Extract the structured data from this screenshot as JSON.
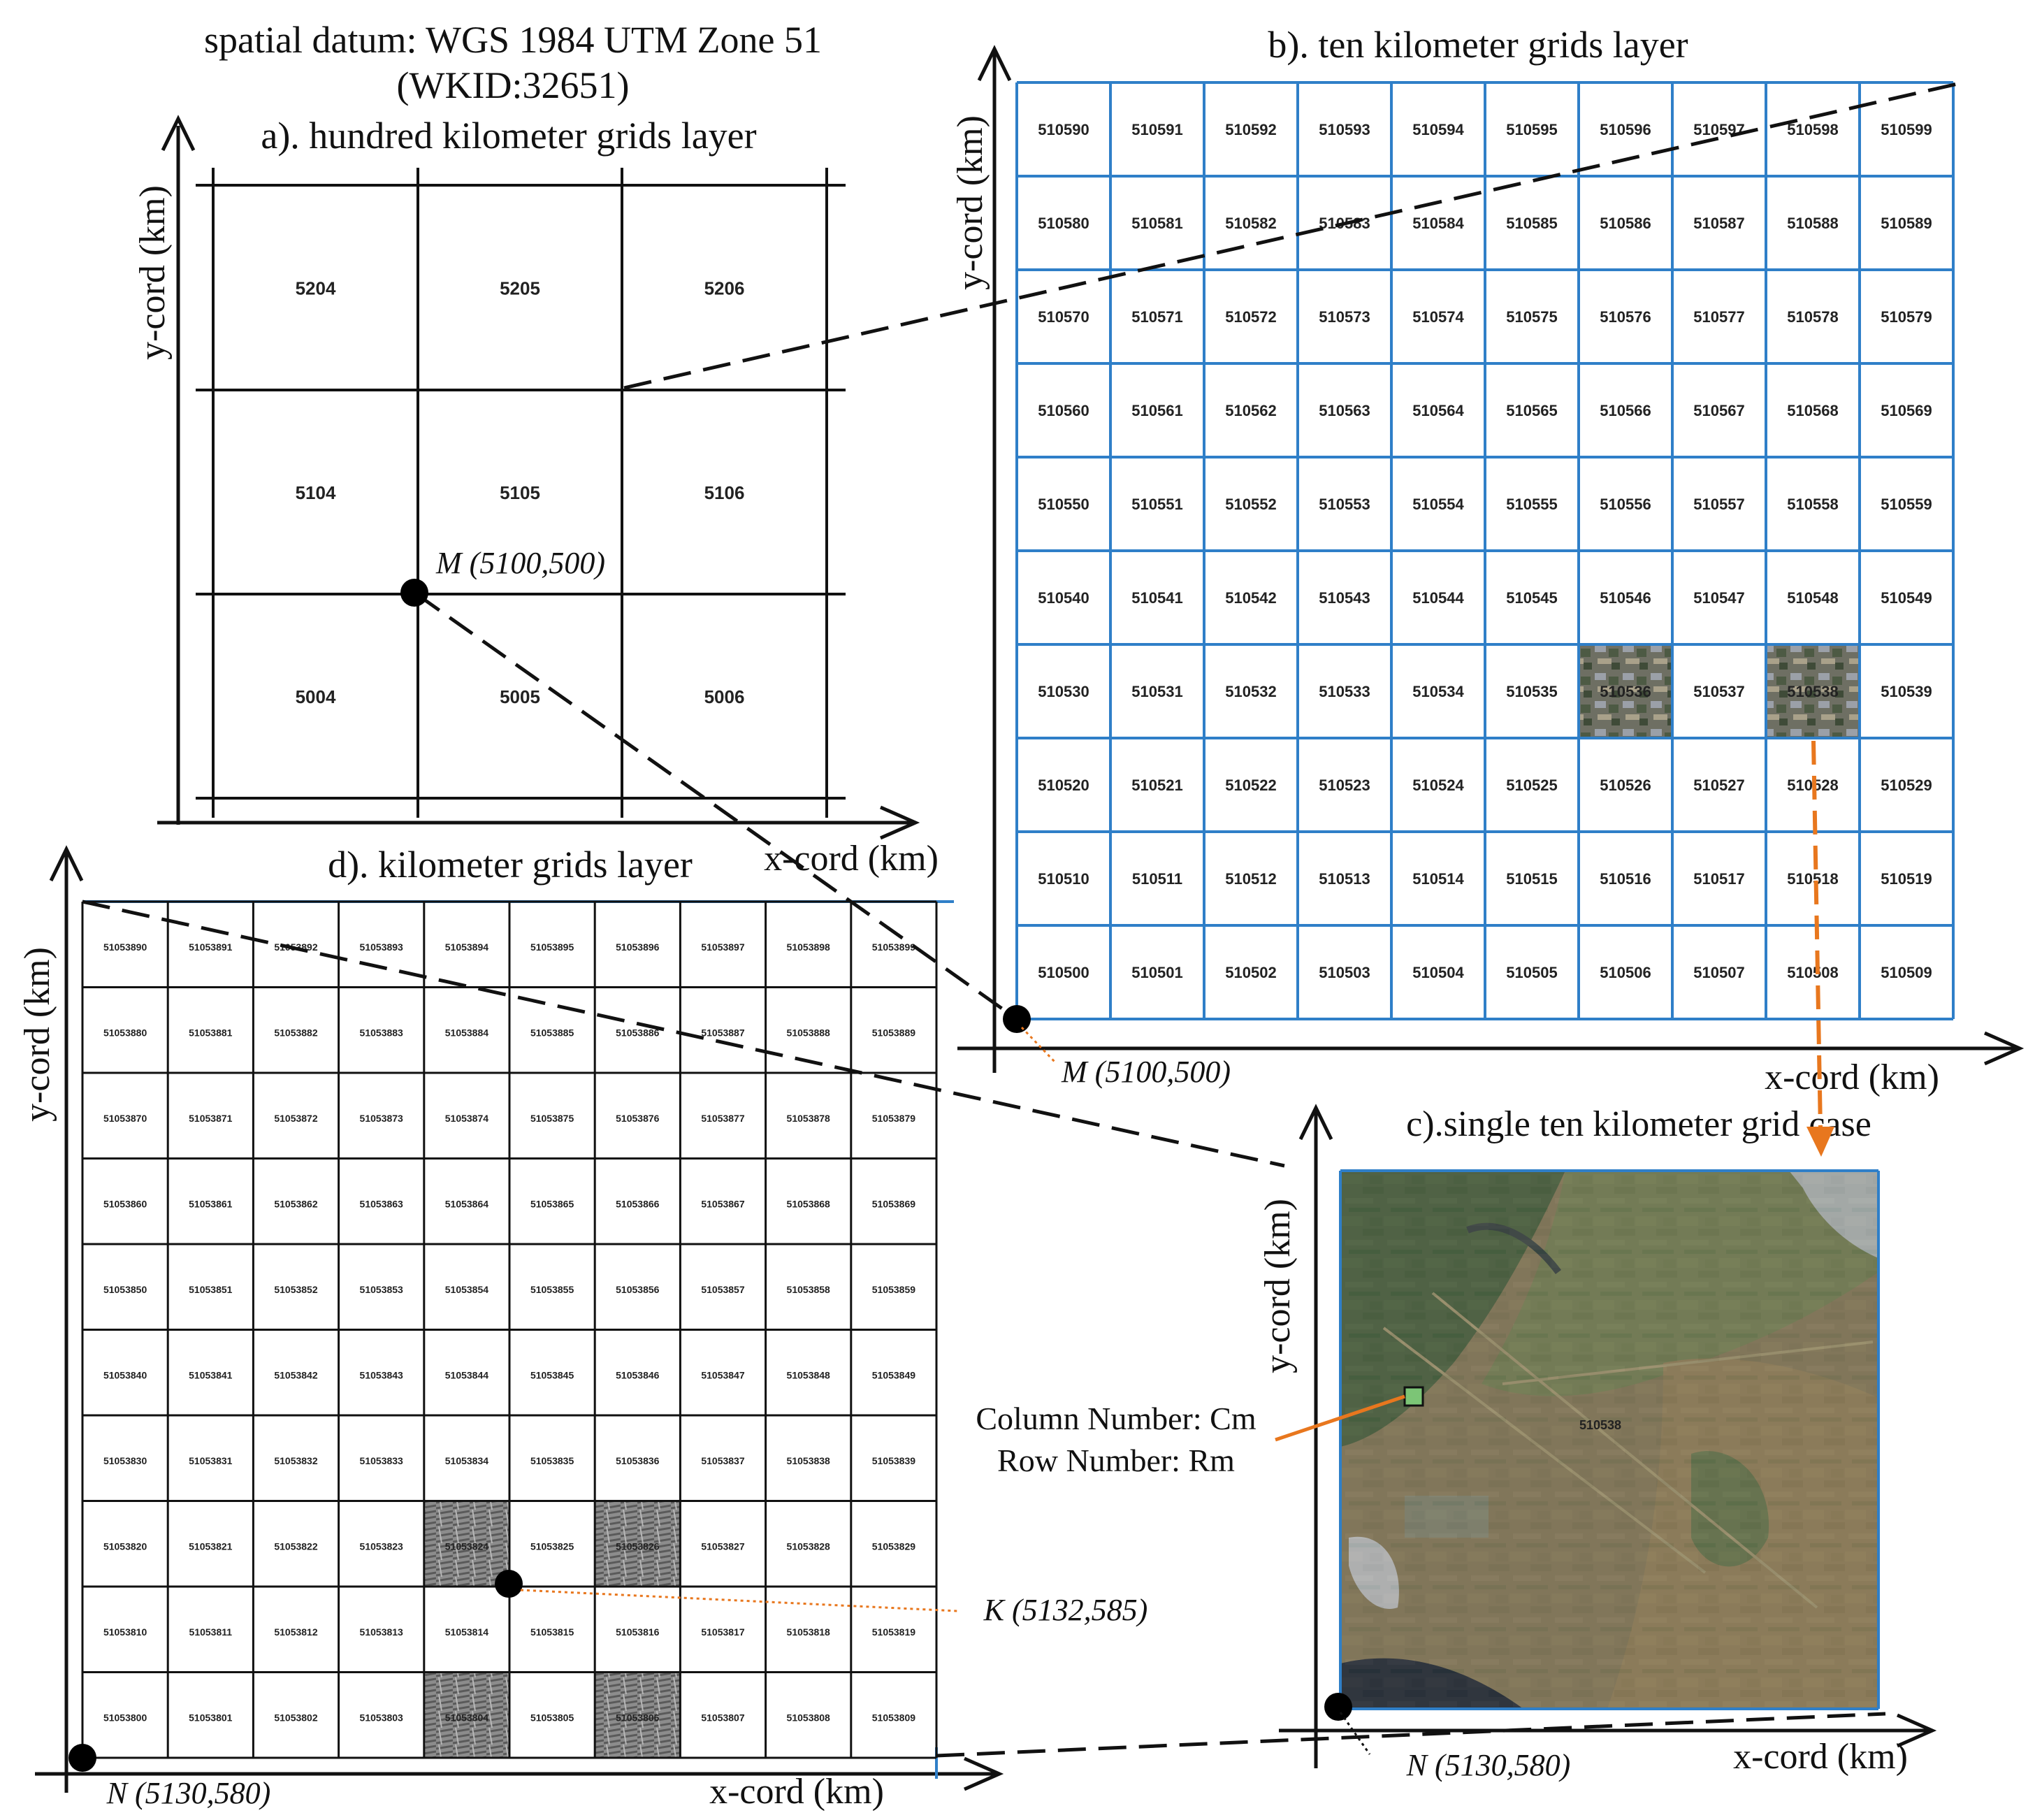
{
  "header": {
    "datum_line1": "spatial datum: WGS 1984 UTM Zone 51",
    "datum_line2": "(WKID:32651)"
  },
  "panel_a": {
    "title": "a). hundred kilometer grids layer",
    "xlabel": "x-cord (km)",
    "ylabel": "y-cord (km)",
    "cells": [
      [
        "5204",
        "5205",
        "5206"
      ],
      [
        "5104",
        "5105",
        "5106"
      ],
      [
        "5004",
        "5005",
        "5006"
      ]
    ],
    "point_label": "M (5100,500)"
  },
  "panel_b": {
    "title": "b). ten kilometer grids layer",
    "xlabel": "x-cord (km)",
    "ylabel": "y-cord (km)",
    "rows": 10,
    "cols": 10,
    "cell_prefix": "5105",
    "image_cells": [
      "510536",
      "510538"
    ],
    "grid_color": "#2f7fc8",
    "point_label": "M (5100,500)"
  },
  "panel_c": {
    "title": "c).single ten kilometer grid case",
    "xlabel": "x-cord (km)",
    "ylabel": "y-cord (km)",
    "cell_label": "510538",
    "annotation_line1": "Column Number: Cm",
    "annotation_line2": "Row Number: Rm",
    "point_label": "N (5130,580)",
    "arrow_color": "#e8771e"
  },
  "panel_d": {
    "title": "d). kilometer grids layer",
    "xlabel": "x-cord (km)",
    "ylabel": "y-cord (km)",
    "rows": 10,
    "cols": 10,
    "cell_prefix": "510538",
    "image_cells": [
      "51053824",
      "51053826",
      "51053804",
      "51053806"
    ],
    "point_label_k": "K (5132,585)",
    "point_label_n": "N (5130,580)"
  }
}
